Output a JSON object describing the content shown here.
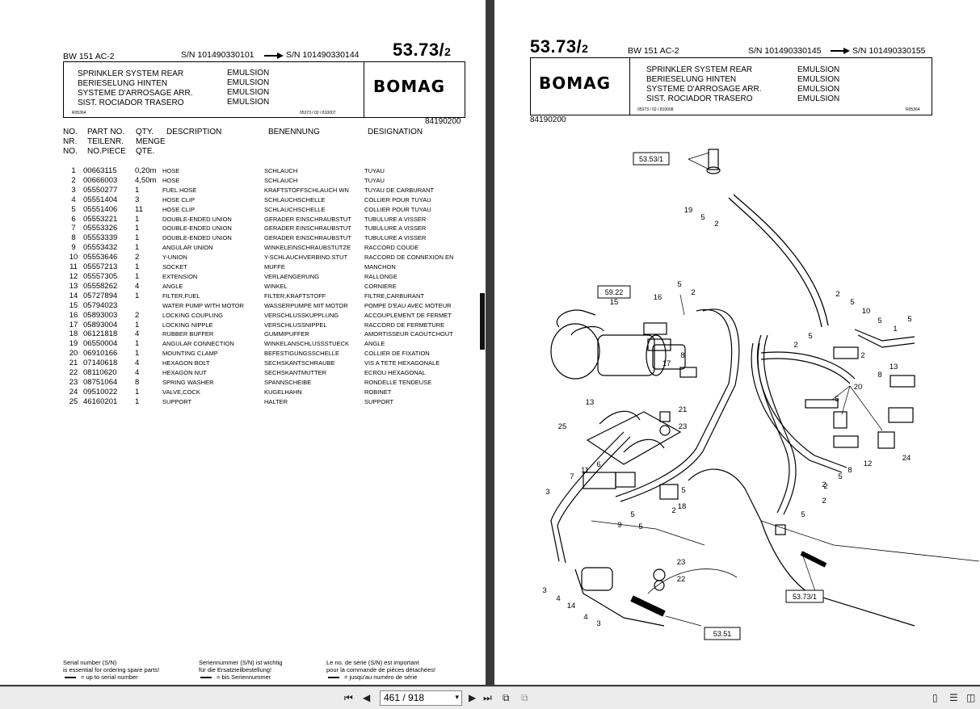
{
  "left_page": {
    "model": "BW 151 AC-2",
    "serial_from": "S/N 101490330101",
    "serial_to": "S/N 101490330144",
    "page_number_main": "53.73/",
    "page_number_sub": "2",
    "titles": [
      "SPRINKLER SYSTEM REAR",
      "BERIESELUNG HINTEN",
      "SYSTEME D'ARROSAGE ARR.",
      "SIST. ROCIADOR TRASERO"
    ],
    "title_values": [
      "EMULSION",
      "EMULSION",
      "EMULSION",
      "EMULSION"
    ],
    "logo": "BOMAG",
    "code_left": "R05364",
    "code_mid": "05373 / 02 / 810007",
    "doc_number": "84190200",
    "col_headers": {
      "no": [
        "NO.",
        "NR.",
        "NO."
      ],
      "part": [
        "PART NO.",
        "TEILENR.",
        "NO.PIECE"
      ],
      "qty": [
        "QTY.",
        "MENGE",
        "QTE."
      ],
      "desc": "DESCRIPTION",
      "ben": "BENENNUNG",
      "des": "DESIGNATION"
    },
    "parts": [
      {
        "no": "1",
        "part": "00663115",
        "qty": "0,20m",
        "desc": "HOSE",
        "ben": "SCHLAUCH",
        "des": "TUYAU"
      },
      {
        "no": "2",
        "part": "00666003",
        "qty": "4,50m",
        "desc": "HOSE",
        "ben": "SCHLAUCH",
        "des": "TUYAU"
      },
      {
        "no": "3",
        "part": "05550277",
        "qty": "1",
        "desc": "FUEL HOSE",
        "ben": "KRAFTSTOFFSCHLAUCH WN",
        "des": "TUYAU DE CARBURANT"
      },
      {
        "no": "4",
        "part": "05551404",
        "qty": "3",
        "desc": "HOSE CLIP",
        "ben": "SCHLAUCHSCHELLE",
        "des": "COLLIER POUR TUYAU"
      },
      {
        "no": "5",
        "part": "05551406",
        "qty": "11",
        "desc": "HOSE CLIP",
        "ben": "SCHLAUCHSCHELLE",
        "des": "COLLIER POUR TUYAU"
      },
      {
        "no": "6",
        "part": "05553221",
        "qty": "1",
        "desc": "DOUBLE-ENDED UNION",
        "ben": "GERADER EINSCHRAUBSTUT",
        "des": "TUBULURE A VISSER"
      },
      {
        "no": "7",
        "part": "05553326",
        "qty": "1",
        "desc": "DOUBLE-ENDED UNION",
        "ben": "GERADER EINSCHRAUBSTUT",
        "des": "TUBULURE A VISSER"
      },
      {
        "no": "8",
        "part": "05553339",
        "qty": "1",
        "desc": "DOUBLE-ENDED UNION",
        "ben": "GERADER EINSCHRAUBSTUT",
        "des": "TUBULURE A VISSER"
      },
      {
        "no": "9",
        "part": "05553432",
        "qty": "1",
        "desc": "ANGULAR UNION",
        "ben": "WINKELEINSCHRAUBSTUTZE",
        "des": "RACCORD COUDE"
      },
      {
        "no": "10",
        "part": "05553646",
        "qty": "2",
        "desc": "Y-UNION",
        "ben": "Y-SCHLAUCHVERBIND.STUT",
        "des": "RACCORD DE CONNEXION EN"
      },
      {
        "no": "11",
        "part": "05557213",
        "qty": "1",
        "desc": "SOCKET",
        "ben": "MUFFE",
        "des": "MANCHON"
      },
      {
        "no": "12",
        "part": "05557305",
        "qty": "1",
        "desc": "EXTENSION",
        "ben": "VERLAENGERUNG",
        "des": "RALLONGE"
      },
      {
        "no": "13",
        "part": "05558262",
        "qty": "4",
        "desc": "ANGLE",
        "ben": "WINKEL",
        "des": "CORNIERE"
      },
      {
        "no": "14",
        "part": "05727894",
        "qty": "1",
        "desc": "FILTER,FUEL",
        "ben": "FILTER,KRAFTSTOFF",
        "des": "FILTRE,CARBURANT"
      },
      {
        "no": "15",
        "part": "05794023",
        "qty": "",
        "desc": "WATER PUMP WITH MOTOR",
        "ben": "WASSERPUMPE MIT MOTOR",
        "des": "POMPE D'EAU AVEC MOTEUR"
      },
      {
        "no": "16",
        "part": "05893003",
        "qty": "2",
        "desc": "LOCKING COUPLING",
        "ben": "VERSCHLUSSKUPPLUNG",
        "des": "ACCOUPLEMENT DE FERMET"
      },
      {
        "no": "17",
        "part": "05893004",
        "qty": "1",
        "desc": "LOCKING NIPPLE",
        "ben": "VERSCHLUSSNIPPEL",
        "des": "RACCORD DE FERMETURE"
      },
      {
        "no": "18",
        "part": "06121818",
        "qty": "4",
        "desc": "RUBBER BUFFER",
        "ben": "GUMMIPUFFER",
        "des": "AMORTISSEUR CAOUTCHOUT"
      },
      {
        "no": "19",
        "part": "06550004",
        "qty": "1",
        "desc": "ANGULAR CONNECTION",
        "ben": "WINKELANSCHLUSSSTUECK",
        "des": "ANGLE"
      },
      {
        "no": "20",
        "part": "06910166",
        "qty": "1",
        "desc": "MOUNTING CLAMP",
        "ben": "BEFESTIGUNGSSCHELLE",
        "des": "COLLIER DE FIXATION"
      },
      {
        "no": "21",
        "part": "07140618",
        "qty": "4",
        "desc": "HEXAGON BOLT",
        "ben": "SECHSKANTSCHRAUBE",
        "des": "VIS A TETE HEXAGONALE"
      },
      {
        "no": "22",
        "part": "08110620",
        "qty": "4",
        "desc": "HEXAGON NUT",
        "ben": "SECHSKANTMUTTER",
        "des": "ECROU HEXAGONAL"
      },
      {
        "no": "23",
        "part": "08751064",
        "qty": "8",
        "desc": "SPRING WASHER",
        "ben": "SPANNSCHEIBE",
        "des": "RONDELLE TENDEUSE"
      },
      {
        "no": "24",
        "part": "09510022",
        "qty": "1",
        "desc": "VALVE,COCK",
        "ben": "KUGELHAHN",
        "des": "ROBINET"
      },
      {
        "no": "25",
        "part": "46160201",
        "qty": "1",
        "desc": "SUPPORT",
        "ben": "HALTER",
        "des": "SUPPORT"
      }
    ],
    "footer": {
      "en": [
        "Serial number (S/N)",
        "is essential for ordering spare parts!",
        "= up to serial number"
      ],
      "de": [
        "Seriennummer (S/N) ist wichtig",
        "für die Ersatzteilbestellung!",
        "= bis Seriennummer"
      ],
      "fr": [
        "Le no. de série (S/N) est important",
        "pour la commande de pièces détachées!",
        "= jusqu'au numéro de série"
      ]
    }
  },
  "right_page": {
    "page_number_main": "53.73/",
    "page_number_sub": "2",
    "model": "BW 151 AC-2",
    "serial_from": "S/N 101490330145",
    "serial_to": "S/N 101490330155",
    "logo": "BOMAG",
    "titles": [
      "SPRINKLER SYSTEM REAR",
      "BERIESELUNG HINTEN",
      "SYSTEME D'ARROSAGE ARR.",
      "SIST. ROCIADOR TRASERO"
    ],
    "title_values": [
      "EMULSION",
      "EMULSION",
      "EMULSION",
      "EMULSION"
    ],
    "code_mid": "05373 / 02 / 810008",
    "code_right": "R05364",
    "doc_number": "84190200",
    "refs": {
      "ref_top": "53.53/1",
      "ref_pump": "59.22",
      "ref_right": "53.73/1",
      "ref_bottom": "53.51"
    },
    "callouts": [
      "1",
      "2",
      "3",
      "4",
      "5",
      "6",
      "7",
      "8",
      "9",
      "10",
      "11",
      "12",
      "13",
      "14",
      "15",
      "16",
      "17",
      "18",
      "19",
      "20",
      "21",
      "22",
      "23",
      "24",
      "25"
    ]
  },
  "toolbar": {
    "page_indicator": "461 / 918",
    "first": "first-page-icon",
    "prev": "previous-page-icon",
    "next": "next-page-icon",
    "last": "last-page-icon"
  }
}
